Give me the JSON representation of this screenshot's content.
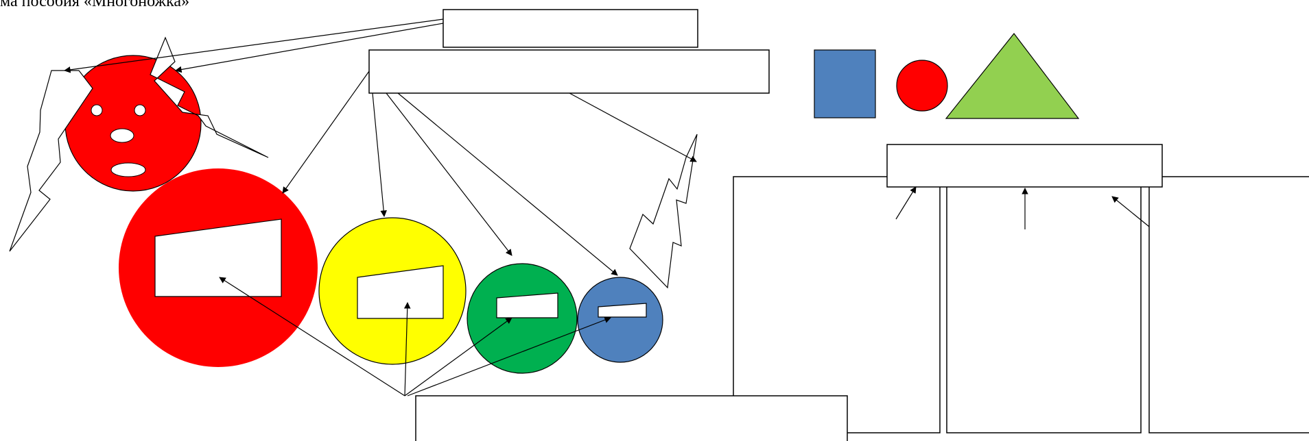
{
  "title": "ма пособия «Многоножка»",
  "colors": {
    "red": "#ff0000",
    "yellow": "#ffff00",
    "green": "#00b050",
    "blue": "#4f81bd",
    "light_green": "#92d050",
    "line": "#000000",
    "background": "#ffffff"
  },
  "shapes": {
    "face": "red circle with face",
    "body_circles": [
      "red",
      "yellow",
      "green",
      "blue"
    ],
    "legend_figures": [
      "blue square",
      "red circle",
      "green triangle"
    ]
  }
}
